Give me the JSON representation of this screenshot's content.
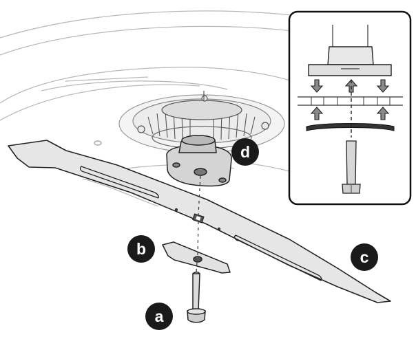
{
  "callouts": {
    "a": "a",
    "b": "b",
    "c": "c",
    "d": "d"
  },
  "inset": {
    "arrows": [
      "down",
      "up",
      "down",
      "up",
      "up"
    ]
  }
}
